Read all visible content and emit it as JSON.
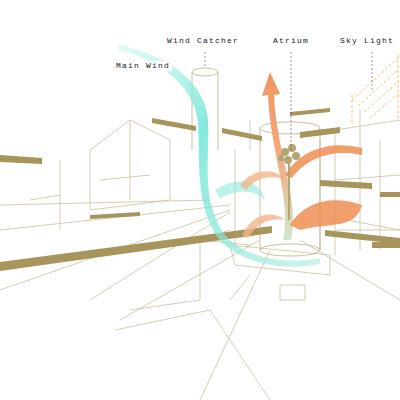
{
  "diagram": {
    "labels": [
      "Main Wind",
      "Wind Catcher",
      "Atrium",
      "Sky Light"
    ]
  }
}
